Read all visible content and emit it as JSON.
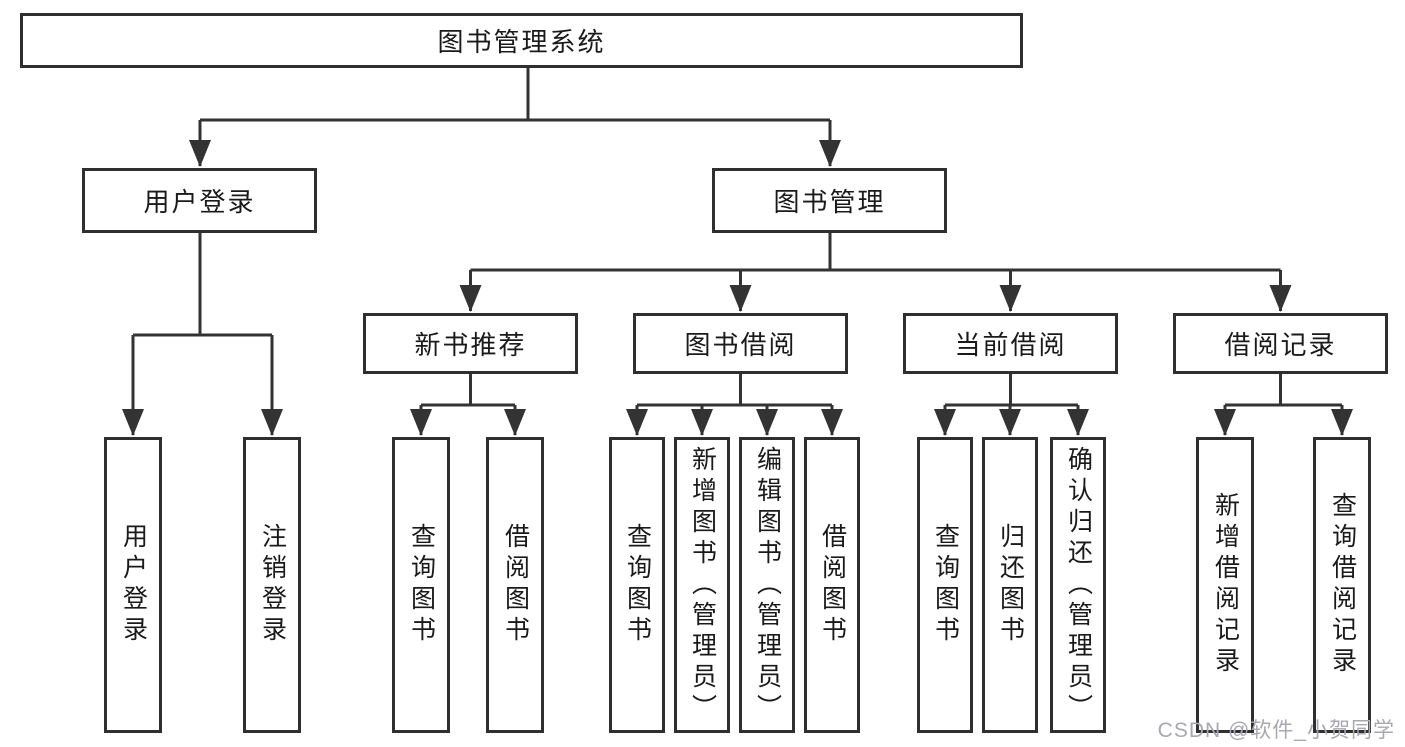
{
  "diagram_title": "图书管理系统",
  "tree": {
    "label": "图书管理系统",
    "children": [
      {
        "label": "用户登录",
        "children": [
          {
            "label": "用户登录"
          },
          {
            "label": "注销登录"
          }
        ]
      },
      {
        "label": "图书管理",
        "children": [
          {
            "label": "新书推荐",
            "children": [
              {
                "label": "查询图书"
              },
              {
                "label": "借阅图书"
              }
            ]
          },
          {
            "label": "图书借阅",
            "children": [
              {
                "label": "查询图书"
              },
              {
                "label": "新增图书（管理员）"
              },
              {
                "label": "编辑图书（管理员）"
              },
              {
                "label": "借阅图书"
              }
            ]
          },
          {
            "label": "当前借阅",
            "children": [
              {
                "label": "查询图书"
              },
              {
                "label": "归还图书"
              },
              {
                "label": "确认归还（管理员）"
              }
            ]
          },
          {
            "label": "借阅记录",
            "children": [
              {
                "label": "新增借阅记录"
              },
              {
                "label": "查询借阅记录"
              }
            ]
          }
        ]
      }
    ]
  },
  "watermark": "CSDN @软件_小贺同学",
  "colors": {
    "line": "#333333",
    "box_border": "#2f2f2f",
    "text": "#1a1a1a",
    "watermark": "#a8a8b0",
    "background": "#ffffff"
  }
}
